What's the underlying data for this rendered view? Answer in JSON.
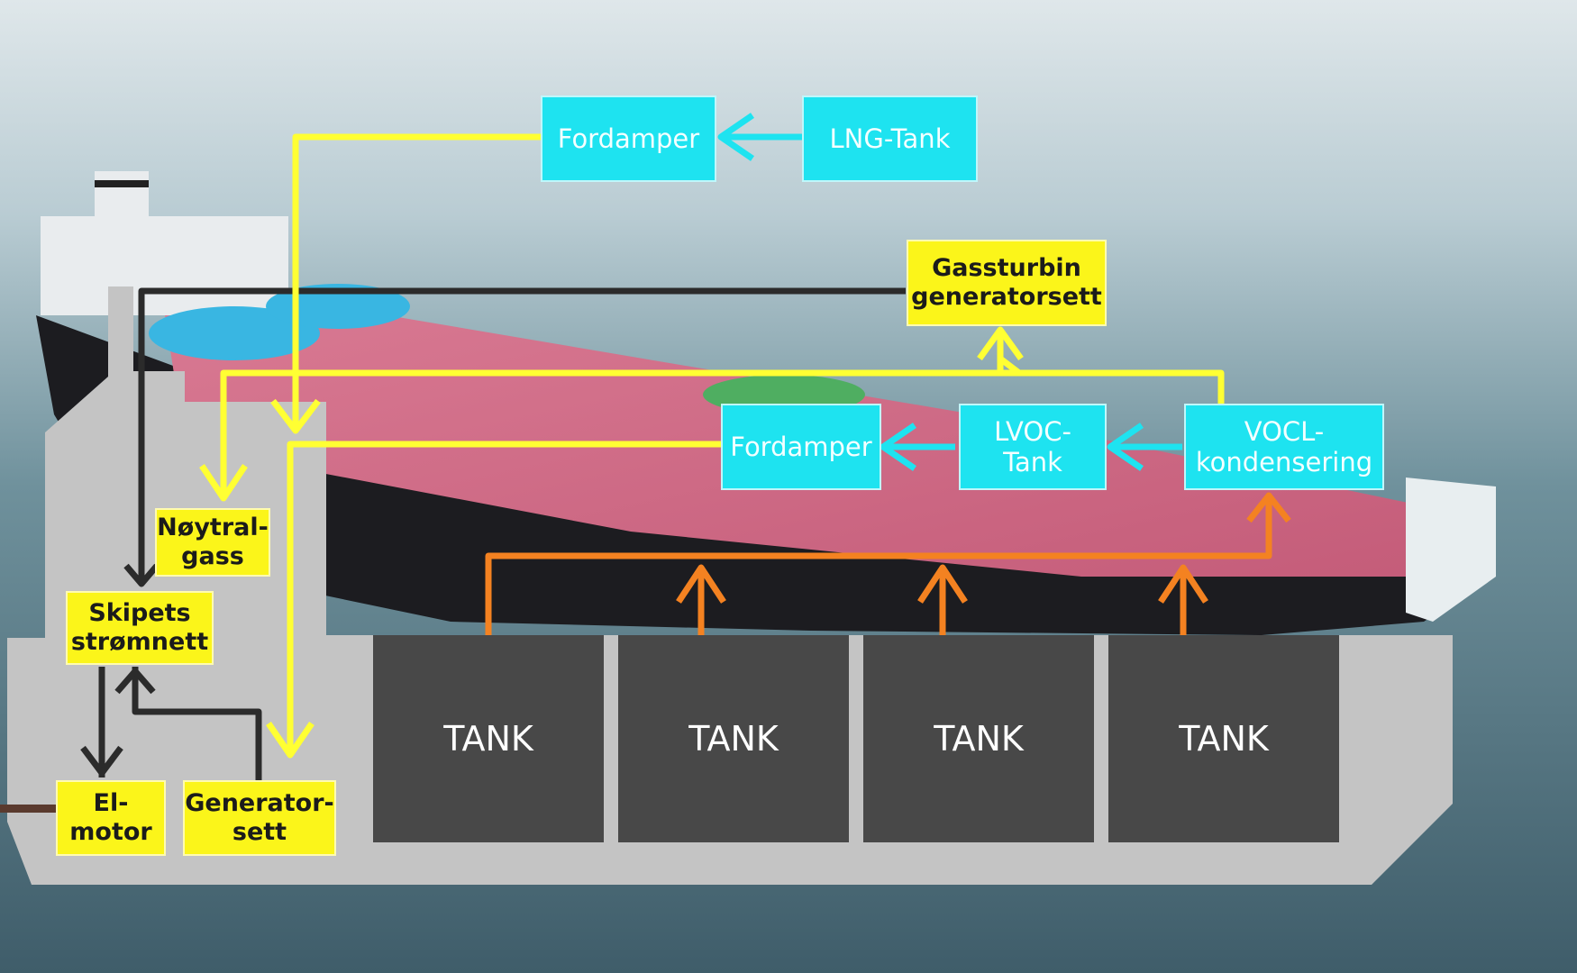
{
  "title": "",
  "colors": {
    "cyan_box": "#1ee3f0",
    "yellow_box": "#fbf51a",
    "gas_line": "#ffff33",
    "vapor_line": "#f48221",
    "lng_arrow": "#1ee3f0",
    "power_line": "#2b2b2b",
    "hull": "#c4c4c4",
    "tank": "#484848"
  },
  "nodes": {
    "fordamper_top": "Fordamper",
    "lng_tank": "LNG-Tank",
    "gassturbin": "Gassturbin\ngeneratorsett",
    "fordamper_mid": "Fordamper",
    "lvoc_tank": "LVOC-\nTank",
    "vocl": "VOCL-\nkondensering",
    "noytralgass": "Nøytral-\ngass",
    "stromnett": "Skipets\nstrømnett",
    "elmotor": "El-\nmotor",
    "generatorsett": "Generator-\nsett"
  },
  "tanks": [
    "TANK",
    "TANK",
    "TANK",
    "TANK"
  ],
  "edges": [
    {
      "from": "lng_tank",
      "to": "fordamper_top",
      "type": "gas"
    },
    {
      "from": "fordamper_top",
      "to": "noytralgass",
      "type": "gas"
    },
    {
      "from": "fordamper_top",
      "to": "generatorsett",
      "type": "gas"
    },
    {
      "from": "vocl",
      "to": "lvoc_tank",
      "type": "gas"
    },
    {
      "from": "lvoc_tank",
      "to": "fordamper_mid",
      "type": "gas"
    },
    {
      "from": "vocl",
      "to": "gassturbin",
      "type": "gas"
    },
    {
      "from": "fordamper_mid",
      "to": "generatorsett",
      "type": "gas"
    },
    {
      "from": "tanks",
      "to": "vocl",
      "type": "vapor"
    },
    {
      "from": "gassturbin",
      "to": "stromnett",
      "type": "power"
    },
    {
      "from": "generatorsett",
      "to": "stromnett",
      "type": "power"
    },
    {
      "from": "stromnett",
      "to": "elmotor",
      "type": "power"
    }
  ]
}
